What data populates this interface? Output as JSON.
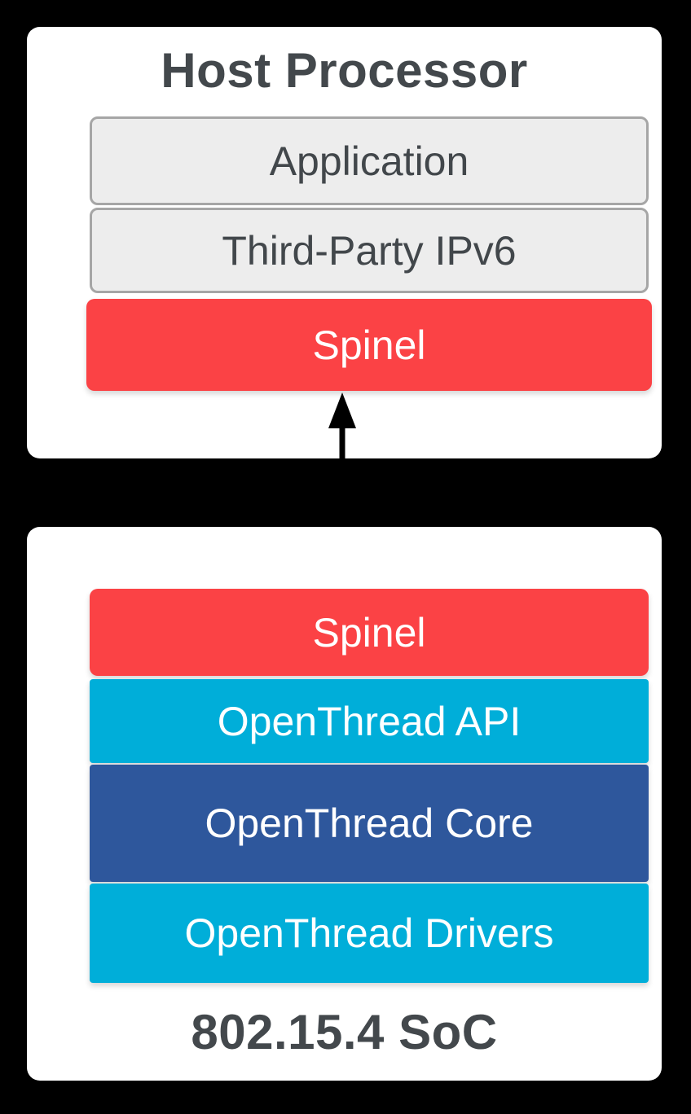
{
  "diagram": {
    "description": "OpenThread NCP architecture diagram",
    "background_color": "#000000",
    "panel_color": "#ffffff",
    "title_text_color": "#43484c"
  },
  "host": {
    "title": "Host Processor",
    "layers": [
      {
        "label": "Application",
        "bg": "#ededed",
        "fg": "#42474b",
        "border": "#a6a6a6"
      },
      {
        "label": "Third-Party IPv6",
        "bg": "#ededed",
        "fg": "#42474b",
        "border": "#a6a6a6"
      },
      {
        "label": "Spinel",
        "bg": "#fb4245",
        "fg": "#ffffff"
      }
    ]
  },
  "soc": {
    "title": "802.15.4 SoC",
    "layers": [
      {
        "label": "Spinel",
        "bg": "#fb4245",
        "fg": "#ffffff"
      },
      {
        "label": "OpenThread API",
        "bg": "#00aed9",
        "fg": "#ffffff"
      },
      {
        "label": "OpenThread Core",
        "bg": "#2e579c",
        "fg": "#ffffff"
      },
      {
        "label": "OpenThread Drivers",
        "bg": "#00aed9",
        "fg": "#ffffff"
      }
    ]
  },
  "connector": {
    "name": "bidirectional-arrow",
    "color": "#000000"
  }
}
